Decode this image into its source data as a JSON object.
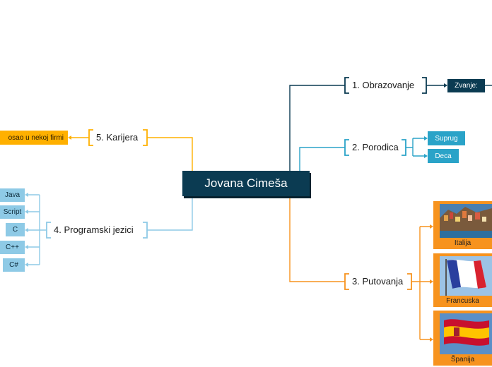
{
  "central": {
    "title": "Jovana Cimeša"
  },
  "branches": {
    "obrazovanje": {
      "label": "1. Obrazovanje",
      "child": "Zvanje:"
    },
    "porodica": {
      "label": "2. Porodica",
      "children": [
        "Suprug",
        "Deca"
      ]
    },
    "putovanja": {
      "label": "3. Putovanja",
      "children": [
        "Italija",
        "Francuska",
        "Španija"
      ]
    },
    "programski": {
      "label": "4. Programski jezici",
      "children": [
        "Java",
        "Script",
        "C",
        "C++",
        "C#"
      ]
    },
    "karijera": {
      "label": "5. Karijera",
      "child": "osao u nekoj firmi"
    }
  },
  "colors": {
    "navy": "#0b3b52",
    "teal": "#2aa3c8",
    "orange": "#f7931e",
    "light_blue": "#8ecae6",
    "amber": "#ffb000"
  }
}
